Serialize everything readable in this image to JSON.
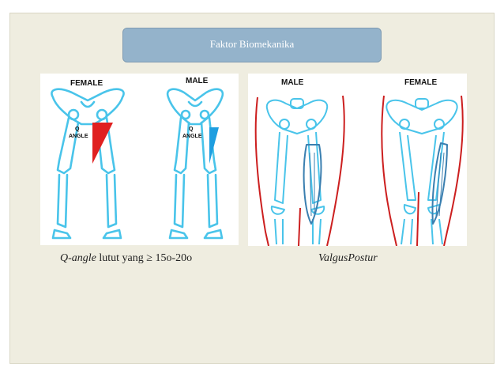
{
  "slide": {
    "title": "Faktor Biomekanika",
    "left_figure": {
      "label_female": "FEMALE",
      "label_male": "MALE",
      "q_label": "Q",
      "angle_label": "ANGLE",
      "female_angle_color": "#e02020",
      "male_angle_color": "#1e9ee0",
      "bone_color": "#49c4ea"
    },
    "right_figure": {
      "label_male": "MALE",
      "label_female": "FEMALE",
      "outline_color": "#cc1f1f",
      "bone_color": "#49c4ea"
    },
    "caption_left": {
      "italic": "Q-angle",
      "rest": " lutut yang ≥ 15o-20o"
    },
    "caption_right": "ValgusPostur"
  }
}
